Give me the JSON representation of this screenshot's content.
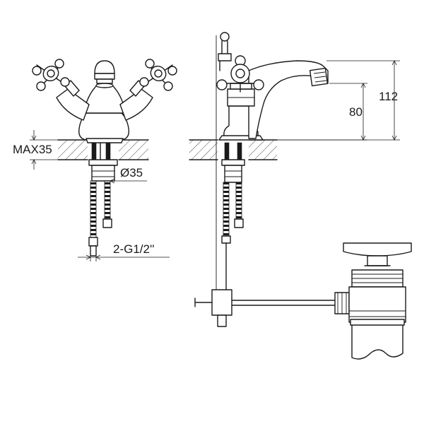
{
  "drawing": {
    "labels": {
      "max_depth": "MAX35",
      "hole_diameter": "Ø35",
      "thread": "2-G1/2''",
      "height_total": "112",
      "height_spout": "80"
    }
  }
}
